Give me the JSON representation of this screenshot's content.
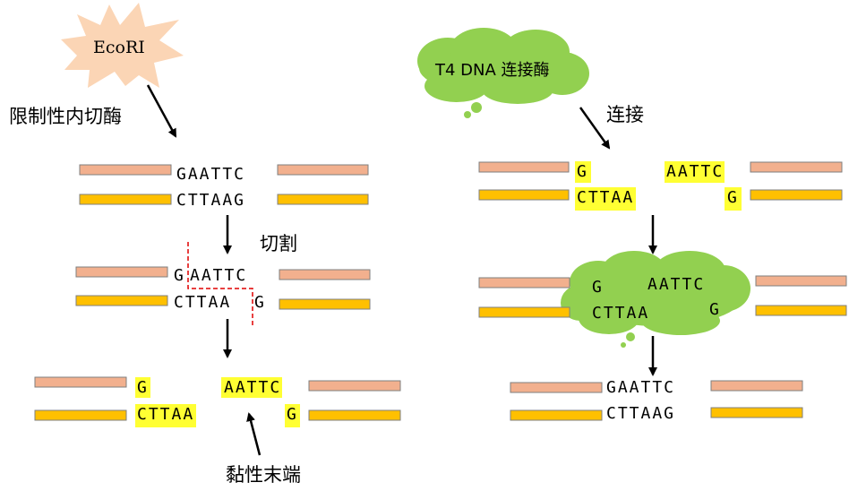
{
  "colors": {
    "strand_top": "#f2b08e",
    "strand_bottom": "#ffc000",
    "strand_border": "#7f7f7f",
    "highlight": "#ffff33",
    "cloud": "#92d050",
    "starburst": "#fbd5b5",
    "cut_line": "#e00000"
  },
  "left": {
    "enzyme_name": "EcoRI",
    "enzyme_label": "限制性内切酶",
    "top_seq": "GAATTC",
    "bottom_seq": "CTTAAG",
    "cut_label": "切割",
    "cut_top_left": "G",
    "cut_top_right": "AATTC",
    "cut_bottom_left": "CTTAA",
    "cut_bottom_right": "G",
    "sticky_top_left": "G",
    "sticky_top_right": "AATTC",
    "sticky_bottom_left": "CTTAA",
    "sticky_bottom_right": "G",
    "sticky_label": "黏性末端"
  },
  "right": {
    "ligase_name": "T4 DNA 连接酶",
    "ligate_label": "连接",
    "sticky_top_left": "G",
    "sticky_top_right": "AATTC",
    "sticky_bottom_left": "CTTAA",
    "sticky_bottom_right": "G",
    "cloud_top_left": "G",
    "cloud_top_right": "AATTC",
    "cloud_bottom_left": "CTTAA",
    "cloud_bottom_right": "G",
    "joined_top": "GAATTC",
    "joined_bottom": "CTTAAG"
  }
}
